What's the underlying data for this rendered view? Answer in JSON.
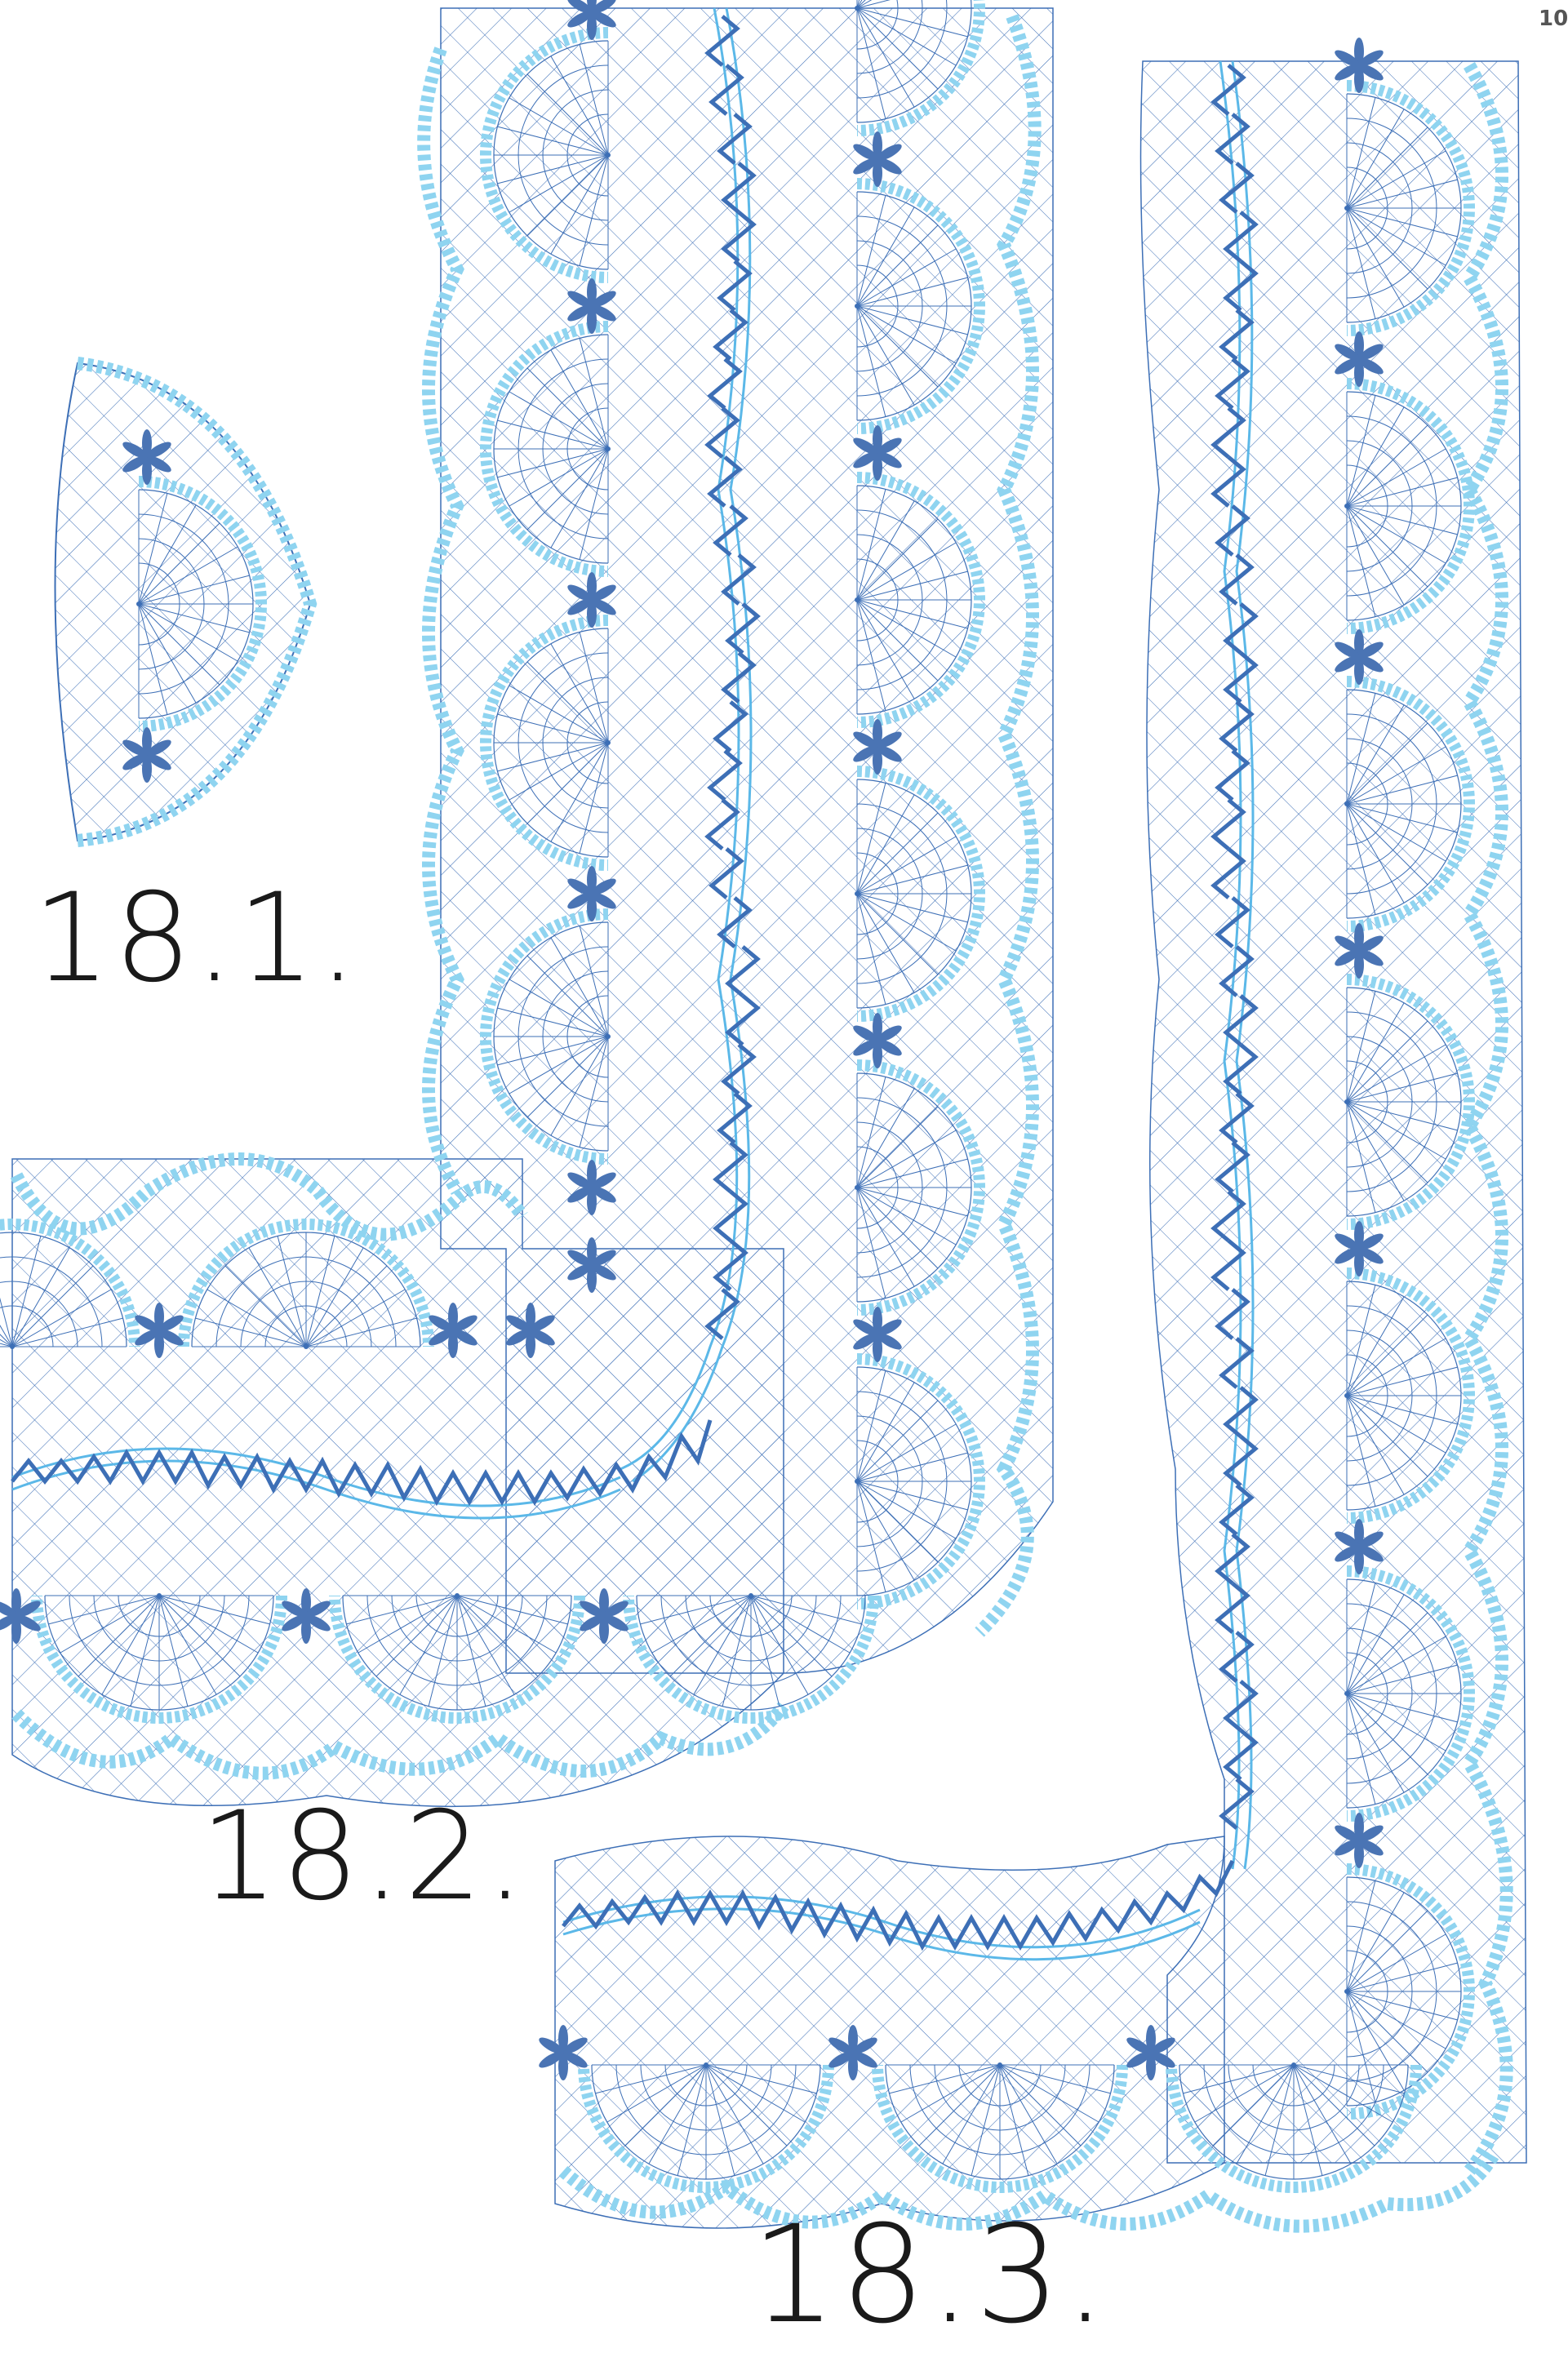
{
  "page": {
    "number": "10"
  },
  "figures": [
    {
      "id": "18.1",
      "label": "18.1."
    },
    {
      "id": "18.2",
      "label": "18.2."
    },
    {
      "id": "18.3",
      "label": "18.3."
    }
  ],
  "colors": {
    "pattern_line": "#3d6fb6",
    "pattern_light": "#5bb8e8",
    "edge_picot": "#8fd4f0",
    "flower": "#4a74b4",
    "label_text": "#1a1a1a"
  }
}
